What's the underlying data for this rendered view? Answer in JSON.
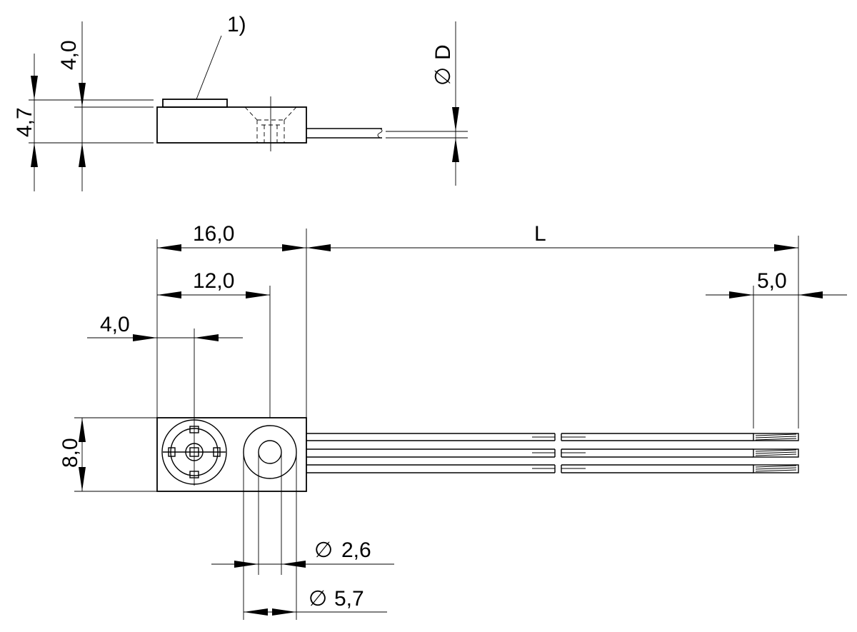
{
  "drawing": {
    "note_marker": "1)",
    "side_view": {
      "height_total": "4,7",
      "height_body": "4,0",
      "cable_diameter": "D",
      "diameter_symbol": "∅"
    },
    "top_view": {
      "length_body": "16,0",
      "cable_length": "L",
      "hole_center": "12,0",
      "adjuster_center": "4,0",
      "strip_length": "5,0",
      "width": "8,0",
      "hole_inner_diameter": "2,6",
      "hole_outer_diameter": "5,7",
      "diameter_symbol": "∅"
    }
  }
}
